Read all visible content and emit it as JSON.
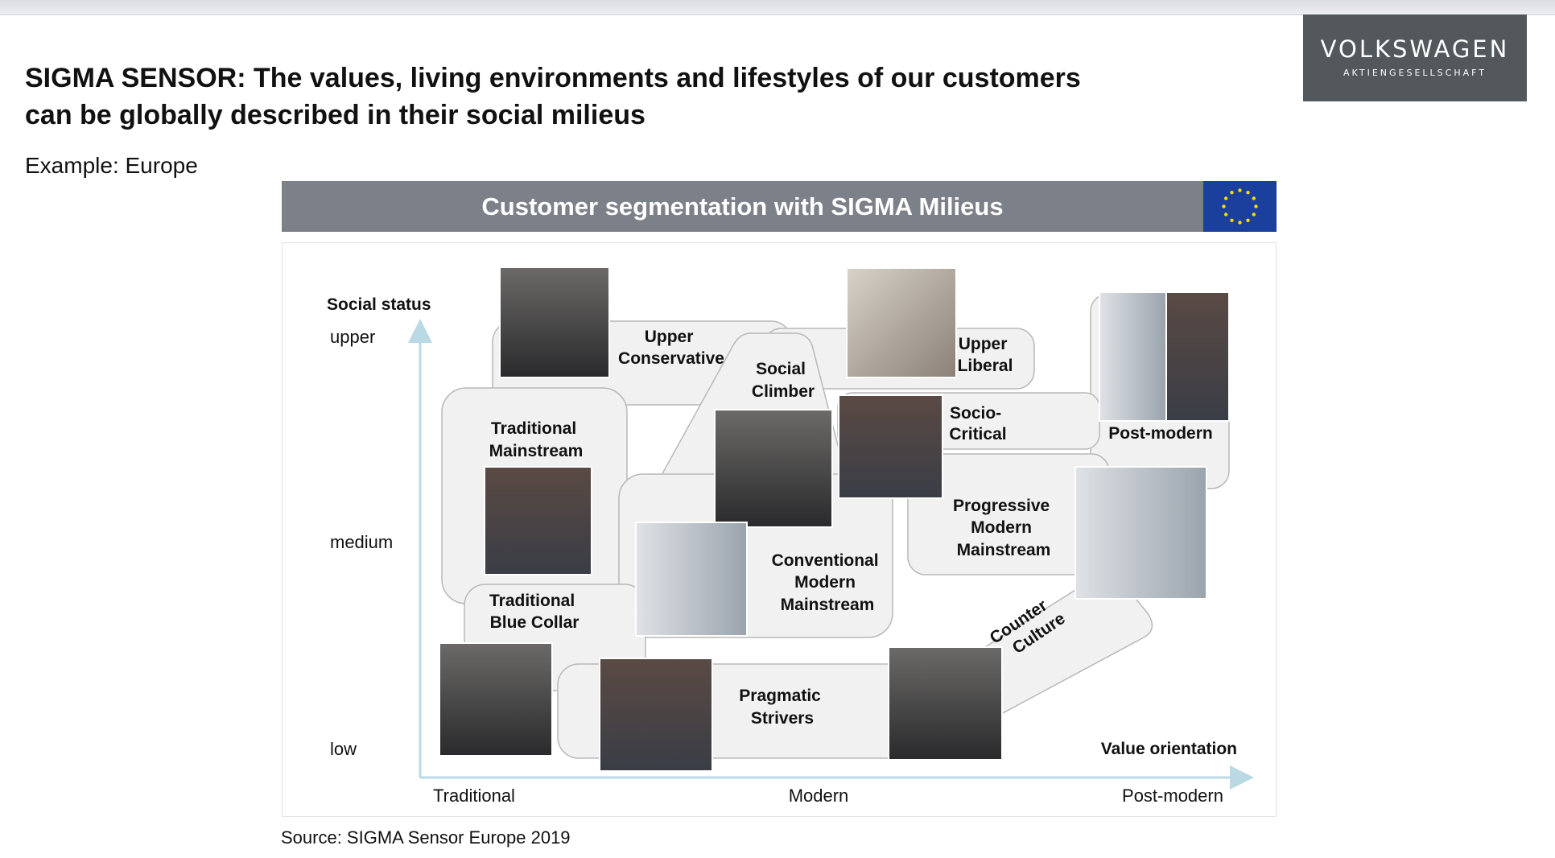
{
  "header": {
    "title_line1": "SIGMA SENSOR: The values, living environments and lifestyles of our customers",
    "title_line2": "can be globally described in their social milieus",
    "subtitle": "Example: Europe"
  },
  "logo": {
    "brand": "VOLKSWAGEN",
    "sub": "AKTIENGESELLSCHAFT"
  },
  "banner": {
    "title": "Customer segmentation with SIGMA Milieus",
    "flag_icon": "eu-flag-icon"
  },
  "axes": {
    "y_title": "Social status",
    "y_ticks": [
      "upper",
      "medium",
      "low"
    ],
    "x_title": "Value orientation",
    "x_ticks": [
      "Traditional",
      "Modern",
      "Post-modern"
    ]
  },
  "milieus": {
    "upper_conservative": [
      "Upper",
      "Conservative"
    ],
    "social_climber": [
      "Social",
      "Climber"
    ],
    "upper_liberal": [
      "Upper",
      "Liberal"
    ],
    "post_modern": [
      "Post-modern"
    ],
    "socio_critical": [
      "Socio-",
      "Critical"
    ],
    "traditional_mainstream": [
      "Traditional",
      "Mainstream"
    ],
    "progressive_modern_mainstream": [
      "Progressive",
      "Modern",
      "Mainstream"
    ],
    "conventional_modern_mainstream": [
      "Conventional",
      "Modern",
      "Mainstream"
    ],
    "traditional_blue_collar": [
      "Traditional",
      "Blue Collar"
    ],
    "counter_culture": [
      "Counter",
      "Culture"
    ],
    "pragmatic_strivers": [
      "Pragmatic",
      "Strivers"
    ]
  },
  "colors": {
    "region_fill": "#f1f1f1",
    "region_stroke": "#b8b8b8",
    "axis": "#b9d9e4",
    "banner": "#7c8088",
    "flag": "#1b3f9d",
    "flag_stars": "#ffdd00"
  },
  "footer": {
    "source": "Source: SIGMA Sensor Europe 2019"
  }
}
